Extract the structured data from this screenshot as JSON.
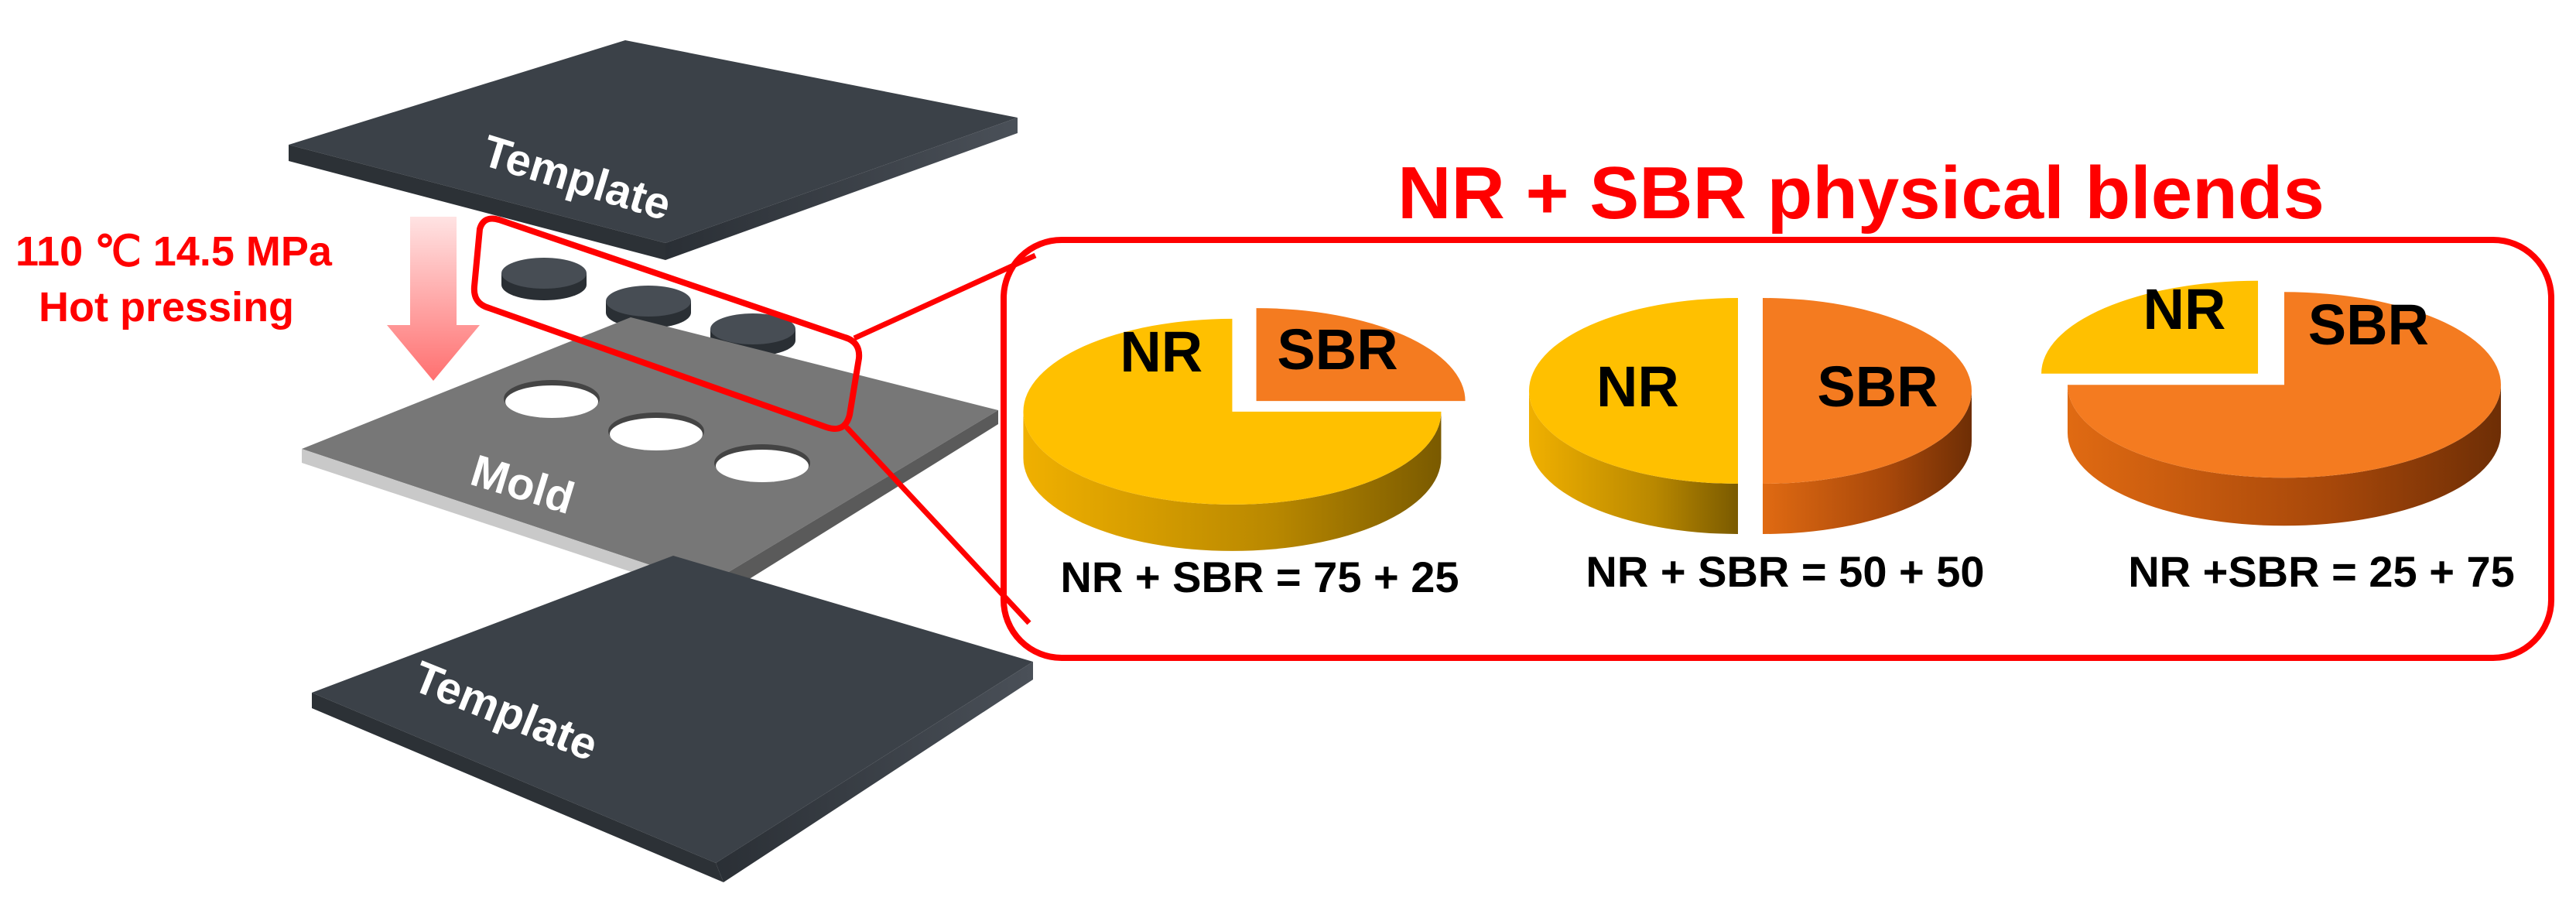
{
  "press": {
    "top_plate_label": "Template",
    "mold_label": "Mold",
    "bottom_plate_label": "Template",
    "condition_line1": "110 ℃ 14.5 MPa",
    "condition_line2": "Hot pressing"
  },
  "blends": {
    "title": "NR + SBR physical blends",
    "pies": [
      {
        "nr_label": "NR",
        "sbr_label": "SBR",
        "nr_value": 75,
        "sbr_value": 25,
        "caption": "NR + SBR = 75 + 25"
      },
      {
        "nr_label": "NR",
        "sbr_label": "SBR",
        "nr_value": 50,
        "sbr_value": 50,
        "caption": "NR + SBR = 50 + 50"
      },
      {
        "nr_label": "NR",
        "sbr_label": "SBR",
        "nr_value": 25,
        "sbr_value": 75,
        "caption": "NR +SBR = 25 + 75"
      }
    ]
  },
  "colors": {
    "accent": "#ff0000",
    "plate": "#3b4148",
    "mold": "#6e6e6e",
    "nr": "#ffc000",
    "sbr": "#f47b20"
  }
}
